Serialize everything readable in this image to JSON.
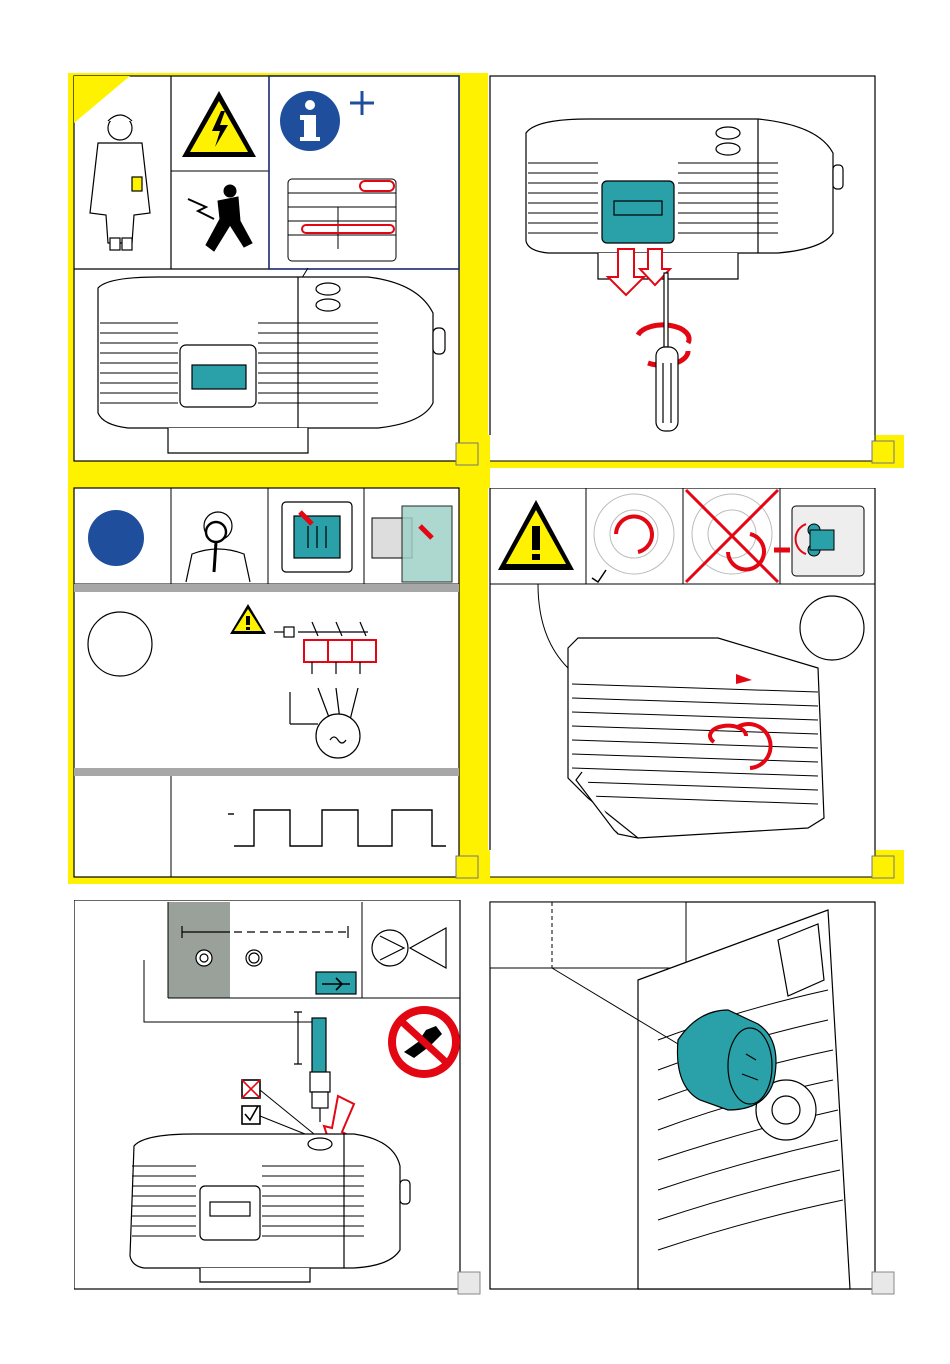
{
  "page": {
    "colors": {
      "highlight_yellow": "#fff200",
      "teal": "#2aa0a8",
      "warning_red": "#e30613",
      "info_blue": "#1f4e9c",
      "navy_border": "#1a2a6c",
      "gray_bar": "#a7a7a7",
      "gray_block": "#9aa09a"
    }
  },
  "panels": [
    {
      "id": "panel-1",
      "content": "safety-warnings-and-nameplate",
      "highlighted": true,
      "icons": [
        "electrician-icon",
        "electric-hazard-warning-icon",
        "electrocution-icon",
        "info-plus-icon",
        "nameplate-icon",
        "pump-icon"
      ]
    },
    {
      "id": "panel-2",
      "content": "remove-terminal-box-cover",
      "highlighted": true,
      "icons": [
        "pump-icon",
        "screwdriver-icon",
        "rotate-arrow-icon"
      ]
    },
    {
      "id": "panel-3",
      "content": "electrical-connection",
      "highlighted": true,
      "icons": [
        "blue-dot-icon",
        "inspector-icon",
        "switch-box-icon",
        "manual-icon",
        "warning-triangle-icon",
        "wiring-diagram-icon",
        "motor-icon",
        "pulse-signal-icon"
      ]
    },
    {
      "id": "panel-4",
      "content": "check-rotation-direction",
      "highlighted": true,
      "icons": [
        "warning-triangle-icon",
        "fan-correct-icon",
        "fan-wrong-icon",
        "terminal-box-icon",
        "pump-icon",
        "rotation-arrow-icon"
      ]
    },
    {
      "id": "panel-5",
      "content": "fit-non-return-valve",
      "highlighted": false,
      "icons": [
        "valve-diagram-icon",
        "vacuum-pump-symbol-icon",
        "no-spray-icon",
        "cross-box-icon",
        "check-box-icon",
        "pump-icon"
      ]
    },
    {
      "id": "panel-6",
      "content": "fit-cap",
      "highlighted": false,
      "icons": [
        "pump-closeup-icon",
        "cap-icon"
      ]
    }
  ]
}
